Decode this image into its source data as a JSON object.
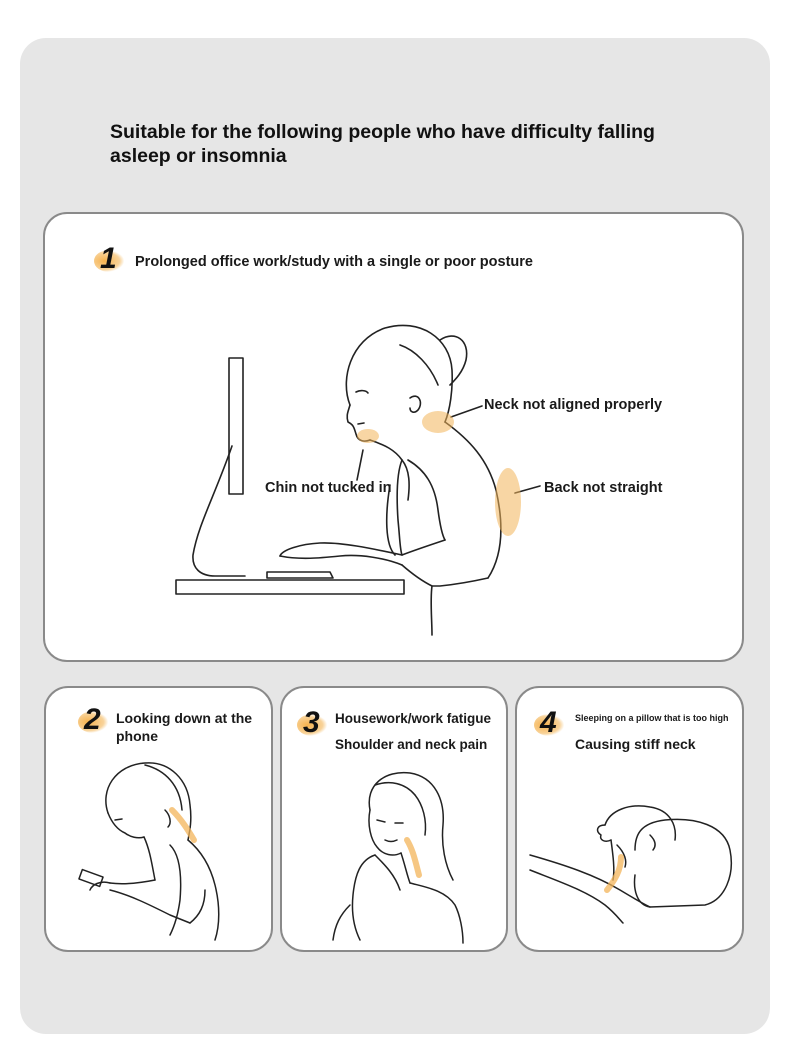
{
  "heading": "Suitable for the following people who have difficulty falling asleep or insomnia",
  "cases": [
    {
      "number": "1",
      "title": "Prolonged office work/study with a single or poor posture",
      "annotations": {
        "neck": "Neck not aligned properly",
        "chin": "Chin not tucked in",
        "back": "Back not straight"
      }
    },
    {
      "number": "2",
      "title": "Looking down at the phone"
    },
    {
      "number": "3",
      "title": "Housework/work fatigue",
      "subtitle": "Shoulder and neck pain"
    },
    {
      "number": "4",
      "title": "Sleeping on a pillow that is too high",
      "subtitle": "Causing stiff neck"
    }
  ],
  "colors": {
    "panel_bg": "#e6e6e6",
    "card_border": "#8a8a8a",
    "highlight": "#f3b45a"
  }
}
